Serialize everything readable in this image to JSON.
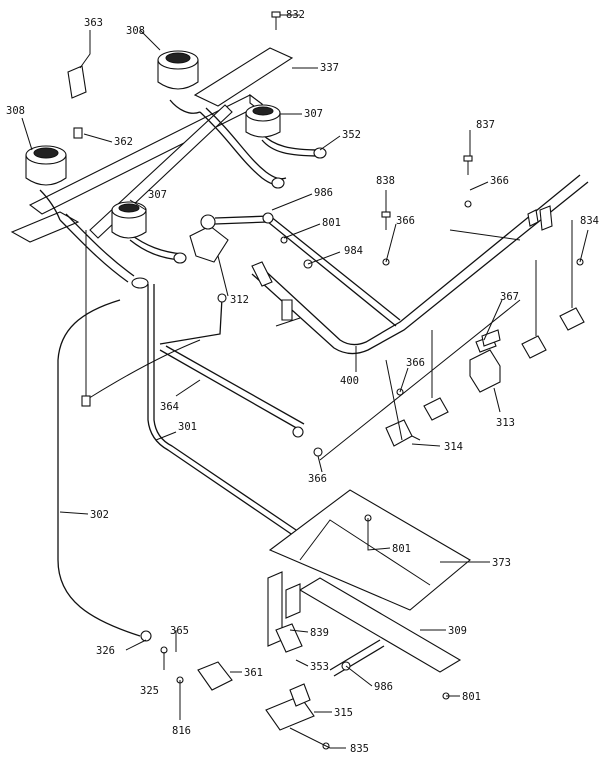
{
  "callouts": [
    {
      "id": "c363",
      "text": "363"
    },
    {
      "id": "c308a",
      "text": "308"
    },
    {
      "id": "c832",
      "text": "832"
    },
    {
      "id": "c337",
      "text": "337"
    },
    {
      "id": "c308b",
      "text": "308"
    },
    {
      "id": "c307a",
      "text": "307"
    },
    {
      "id": "c362",
      "text": "362"
    },
    {
      "id": "c352",
      "text": "352"
    },
    {
      "id": "c837",
      "text": "837"
    },
    {
      "id": "c838",
      "text": "838"
    },
    {
      "id": "c366a",
      "text": "366"
    },
    {
      "id": "c986a",
      "text": "986"
    },
    {
      "id": "c307b",
      "text": "307"
    },
    {
      "id": "c801a",
      "text": "801"
    },
    {
      "id": "c366b",
      "text": "366"
    },
    {
      "id": "c834",
      "text": "834"
    },
    {
      "id": "c984",
      "text": "984"
    },
    {
      "id": "c312",
      "text": "312"
    },
    {
      "id": "c367",
      "text": "367"
    },
    {
      "id": "c400",
      "text": "400"
    },
    {
      "id": "c366c",
      "text": "366"
    },
    {
      "id": "c364",
      "text": "364"
    },
    {
      "id": "c313",
      "text": "313"
    },
    {
      "id": "c301",
      "text": "301"
    },
    {
      "id": "c314",
      "text": "314"
    },
    {
      "id": "c366d",
      "text": "366"
    },
    {
      "id": "c302",
      "text": "302"
    },
    {
      "id": "c801b",
      "text": "801"
    },
    {
      "id": "c373",
      "text": "373"
    },
    {
      "id": "c309",
      "text": "309"
    },
    {
      "id": "c365",
      "text": "365"
    },
    {
      "id": "c839",
      "text": "839"
    },
    {
      "id": "c326",
      "text": "326"
    },
    {
      "id": "c353",
      "text": "353"
    },
    {
      "id": "c361",
      "text": "361"
    },
    {
      "id": "c325",
      "text": "325"
    },
    {
      "id": "c986b",
      "text": "986"
    },
    {
      "id": "c801c",
      "text": "801"
    },
    {
      "id": "c816",
      "text": "816"
    },
    {
      "id": "c315",
      "text": "315"
    },
    {
      "id": "c835",
      "text": "835"
    }
  ]
}
